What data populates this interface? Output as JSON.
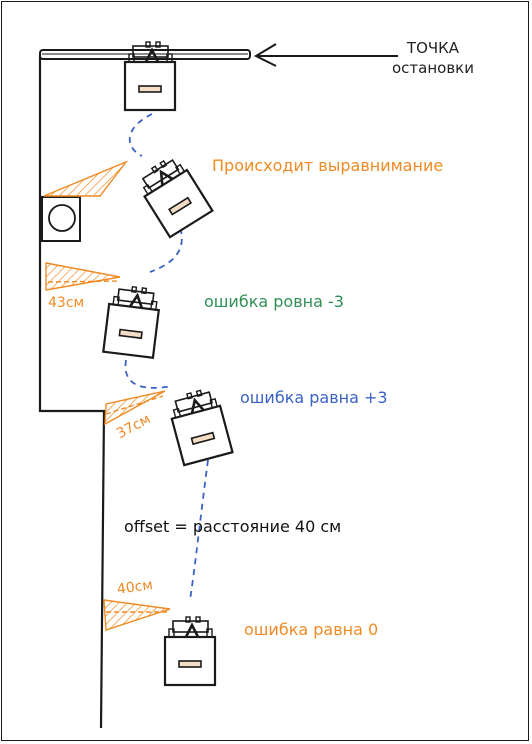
{
  "stop_point_label": [
    "ТОЧКА",
    "остановки"
  ],
  "annotations": {
    "aligning": "Происходит выравнимание",
    "error_minus": "ошибка ровна -3",
    "error_plus": "ошибка равна +3",
    "offset": "offset = расстояние 40 см",
    "error_zero": "ошибка равна 0"
  },
  "distances": {
    "d1": "43см",
    "d2": "37см",
    "d3": "40см"
  },
  "colors": {
    "orange": "#f08a24",
    "green": "#2f8f55",
    "blue": "#3a62c4",
    "ink": "#1a1a1a"
  }
}
